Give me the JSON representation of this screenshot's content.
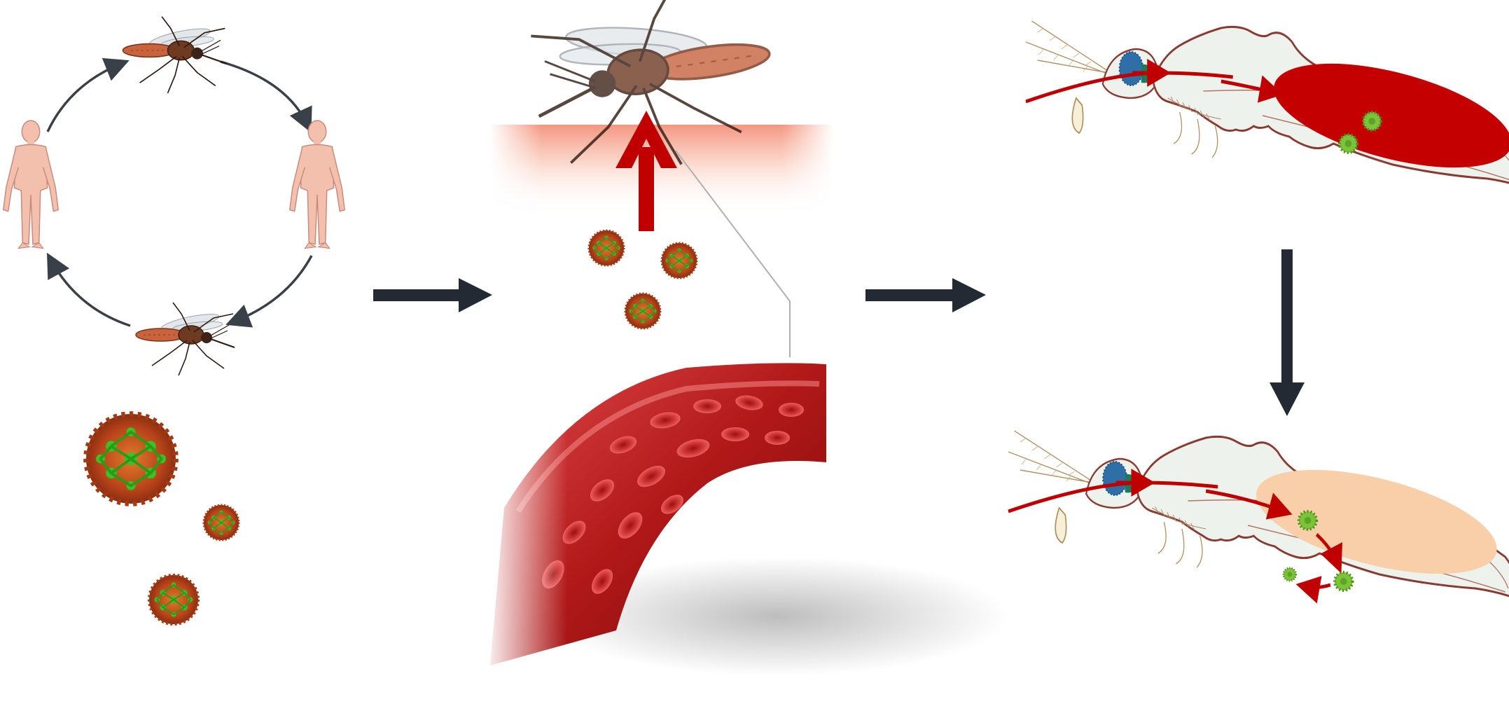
{
  "diagram": {
    "panels": [
      {
        "id": "transmission-cycle",
        "icons": [
          "mosquito-icon",
          "human-icon",
          "human-icon",
          "mosquito-icon",
          "virus-icon"
        ]
      },
      {
        "id": "blood-feeding",
        "icons": [
          "mosquito-icon",
          "virus-icon",
          "blood-vessel-icon"
        ]
      },
      {
        "id": "mosquito-midgut-infection",
        "icons": [
          "mosquito-anatomy-icon",
          "virus-icon"
        ]
      }
    ],
    "colors": {
      "arrow": "#232a33",
      "blood_arrow": "#c00000",
      "midgut_blood": "#c40000",
      "midgut_digested": "#f8cfa8",
      "virus_shell": "#c0521e",
      "virus_green": "#34b81f",
      "mosquito_body": "#8b4a2e",
      "skin": "#f6c2b0"
    }
  }
}
